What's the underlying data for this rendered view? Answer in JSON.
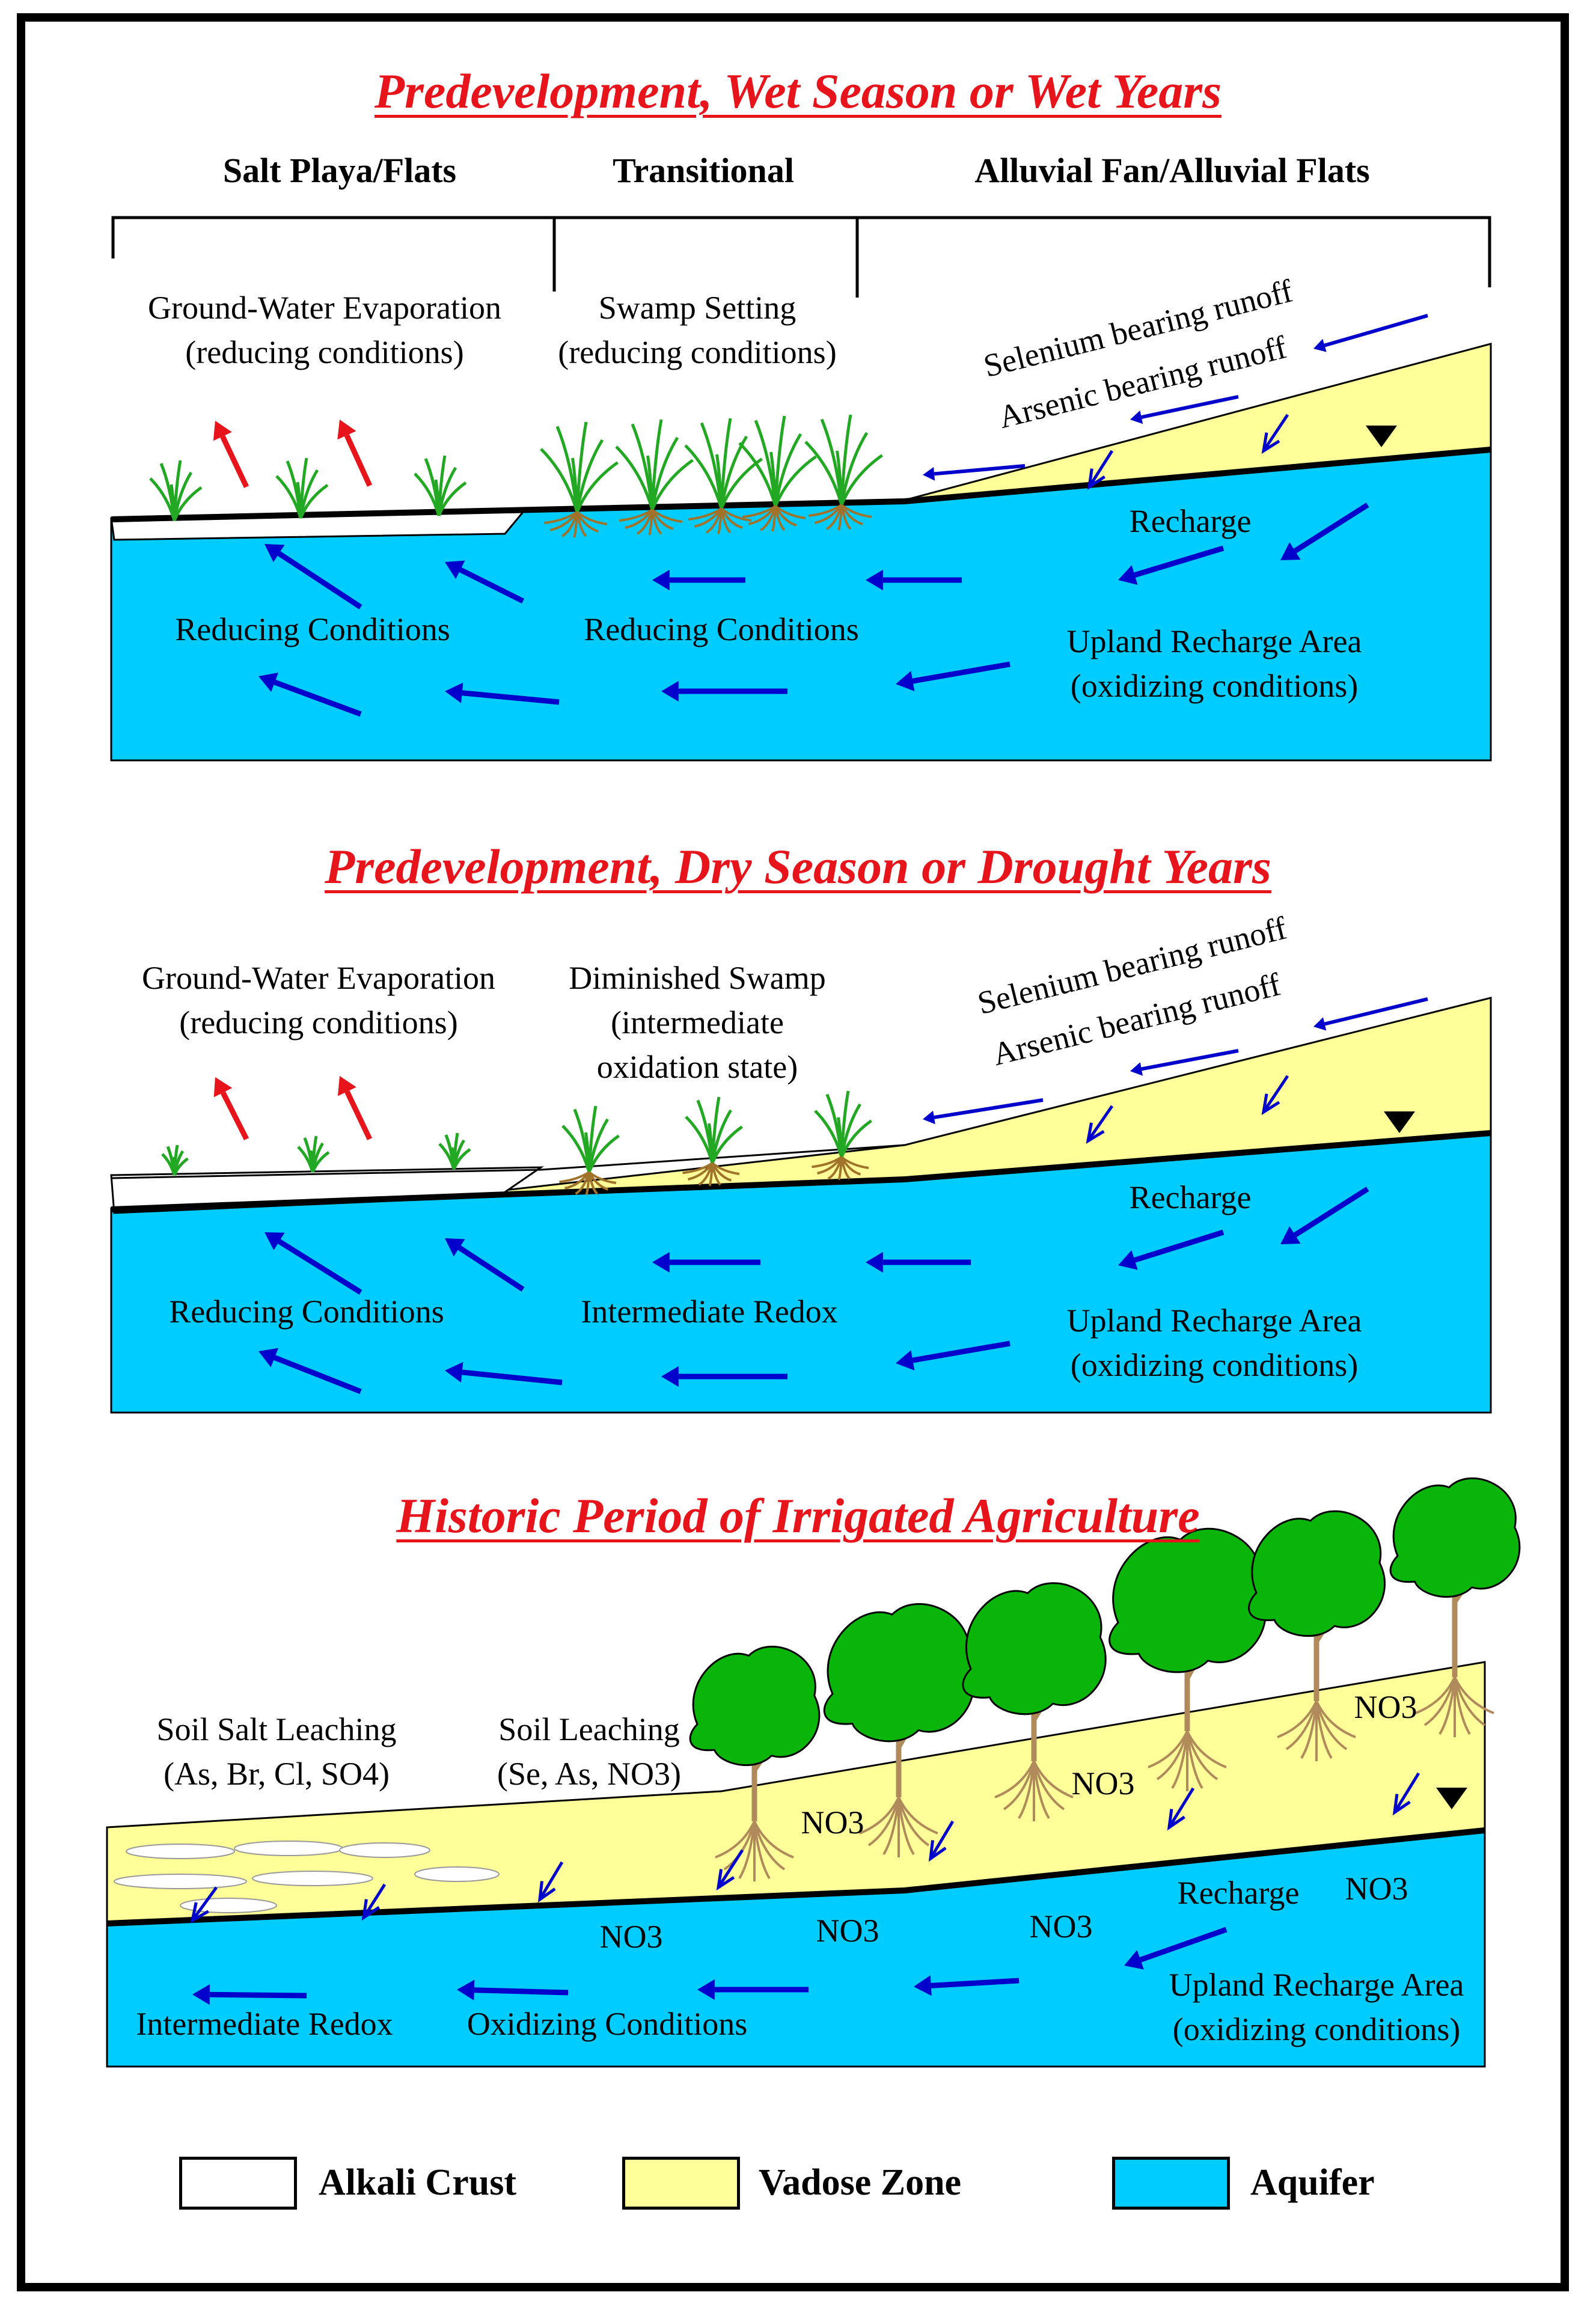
{
  "panels": [
    {
      "title": "Predevelopment, Wet Season or Wet Years",
      "zones": [
        "Salt Playa/Flats",
        "Transitional",
        "Alluvial Fan/Alluvial Flats"
      ],
      "labels": {
        "evaporation": [
          "Ground-Water Evaporation",
          "(reducing conditions)"
        ],
        "swamp": [
          "Swamp Setting",
          "(reducing conditions)"
        ],
        "selenium": "Selenium bearing runoff",
        "arsenic": "Arsenic bearing runoff",
        "recharge": "Recharge",
        "reducing_left": "Reducing Conditions",
        "reducing_mid": "Reducing Conditions",
        "upland": [
          "Upland Recharge Area",
          "(oxidizing conditions)"
        ]
      }
    },
    {
      "title": "Predevelopment, Dry Season or Drought Years",
      "labels": {
        "evaporation": [
          "Ground-Water Evaporation",
          "(reducing conditions)"
        ],
        "swamp": [
          "Diminished Swamp",
          "(intermediate",
          "oxidation state)"
        ],
        "selenium": "Selenium bearing runoff",
        "arsenic": "Arsenic bearing runoff",
        "recharge": "Recharge",
        "reducing_left": "Reducing Conditions",
        "intermediate": "Intermediate Redox",
        "upland": [
          "Upland Recharge Area",
          "(oxidizing conditions)"
        ]
      }
    },
    {
      "title": "Historic Period of Irrigated Agriculture",
      "labels": {
        "soil_salt": [
          "Soil Salt Leaching",
          "(As, Br, Cl, SO4)"
        ],
        "soil_leach": [
          "Soil Leaching",
          "(Se, As, NO3)"
        ],
        "no3": "NO3",
        "recharge": "Recharge",
        "intermediate": "Intermediate Redox",
        "oxidizing": "Oxidizing Conditions",
        "upland": [
          "Upland Recharge Area",
          "(oxidizing conditions)"
        ]
      }
    }
  ],
  "legend": [
    {
      "label": "Alkali Crust",
      "color": "#ffffff"
    },
    {
      "label": "Vadose Zone",
      "color": "#ffff99"
    },
    {
      "label": "Aquifer",
      "color": "#00ccff"
    }
  ],
  "colors": {
    "aquifer": "#00ccff",
    "vadose": "#ffff99",
    "arrow_blue": "#0000cc",
    "arrow_red": "#e8141c",
    "plant": "#22a822",
    "root": "#a0722a",
    "tree": "#0ab50a",
    "trunk": "#b08a5a"
  }
}
